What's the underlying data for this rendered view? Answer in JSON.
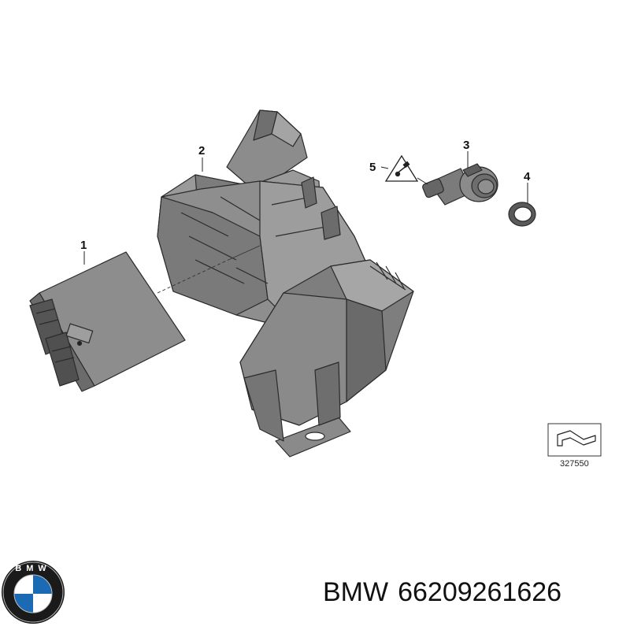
{
  "diagram": {
    "callouts": [
      "1",
      "2",
      "3",
      "4",
      "5"
    ],
    "reference_number": "327550"
  },
  "logo": {
    "text": "BMW",
    "colors": {
      "blue": "#1c69b4",
      "white": "#ffffff",
      "ring": "#1a1a1a"
    }
  },
  "caption": {
    "brand": "BMW",
    "part_number": "66209261626"
  }
}
